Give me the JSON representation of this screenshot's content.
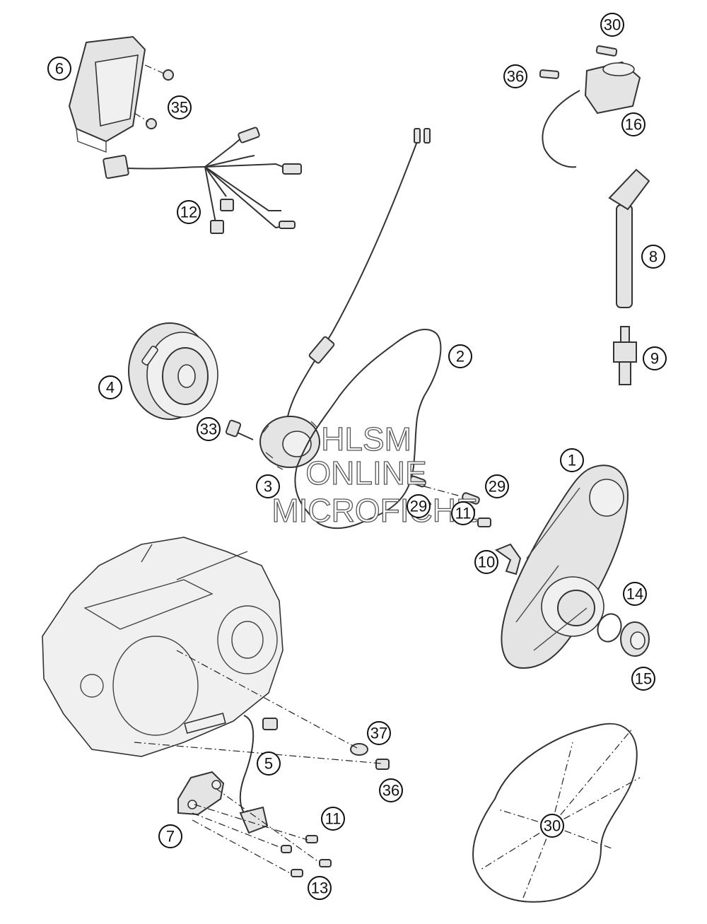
{
  "callouts": [
    "1",
    "2",
    "3",
    "4",
    "5",
    "6",
    "7",
    "8",
    "9",
    "10",
    "11",
    "12",
    "13",
    "14",
    "15",
    "16",
    "29",
    "29",
    "30",
    "30",
    "33",
    "35",
    "36",
    "36",
    "37",
    "11"
  ],
  "watermark": {
    "line1": "HLSM",
    "line2": "ONLINE",
    "line3": "MICROFICHE"
  }
}
